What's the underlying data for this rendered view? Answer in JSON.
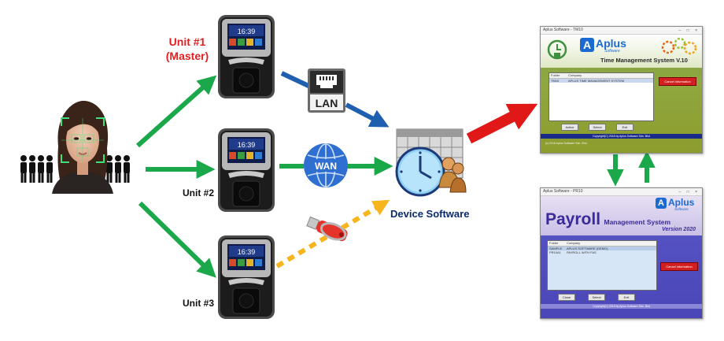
{
  "units": [
    {
      "label": "Unit #1",
      "sublabel": "(Master)"
    },
    {
      "label": "Unit #2"
    },
    {
      "label": "Unit #3"
    }
  ],
  "device": {
    "screen_time": "16:39"
  },
  "connections": {
    "lan": "LAN",
    "wan": "WAN"
  },
  "device_software": {
    "label": "Device Software"
  },
  "time_app": {
    "window_title": "Aplus Software - TM10",
    "brand": "Aplus",
    "brand_sub": "Software",
    "product": "Time Management System V.10",
    "grid_headers": [
      "Folder",
      "Company"
    ],
    "grid_rows": [
      [
        "TM10",
        "APLUS TIME MANAGEMENT SYSTEM"
      ]
    ],
    "cancel_button": "Cancel information",
    "buttons": [
      "Active",
      "Select",
      "Exit"
    ],
    "status": "Copyright(C) 2018 by Aplus Software Sdn. Bhd",
    "footer": "(c) 2018 Aplus Software Sdn. Bhd."
  },
  "payroll_app": {
    "window_title": "Aplus Software - PR10",
    "brand": "Aplus",
    "brand_sub": "Software",
    "title_main": "Payroll",
    "title_rest": "Management System",
    "version": "Version 2020",
    "grid_headers": [
      "Folder",
      "Company"
    ],
    "grid_rows": [
      [
        "SAMPLE",
        "APLUS SOFTWARE (DEMO)"
      ],
      [
        "PR10A1",
        "PAYROLL WITH FAS"
      ]
    ],
    "cancel_button": "Cancel information",
    "buttons": [
      "Close",
      "Select",
      "Exit"
    ],
    "status": "Copyright(C) 2019 by Aplus Software Sdn. Bhd"
  },
  "colors": {
    "green_arrow": "#1aa84b",
    "blue_arrow": "#1f5fb0",
    "red_arrow": "#e01818",
    "usb_dashes": "#f6b51c",
    "wan_globe": "#2f6fd2",
    "lan_box": "#6b6b6b"
  }
}
